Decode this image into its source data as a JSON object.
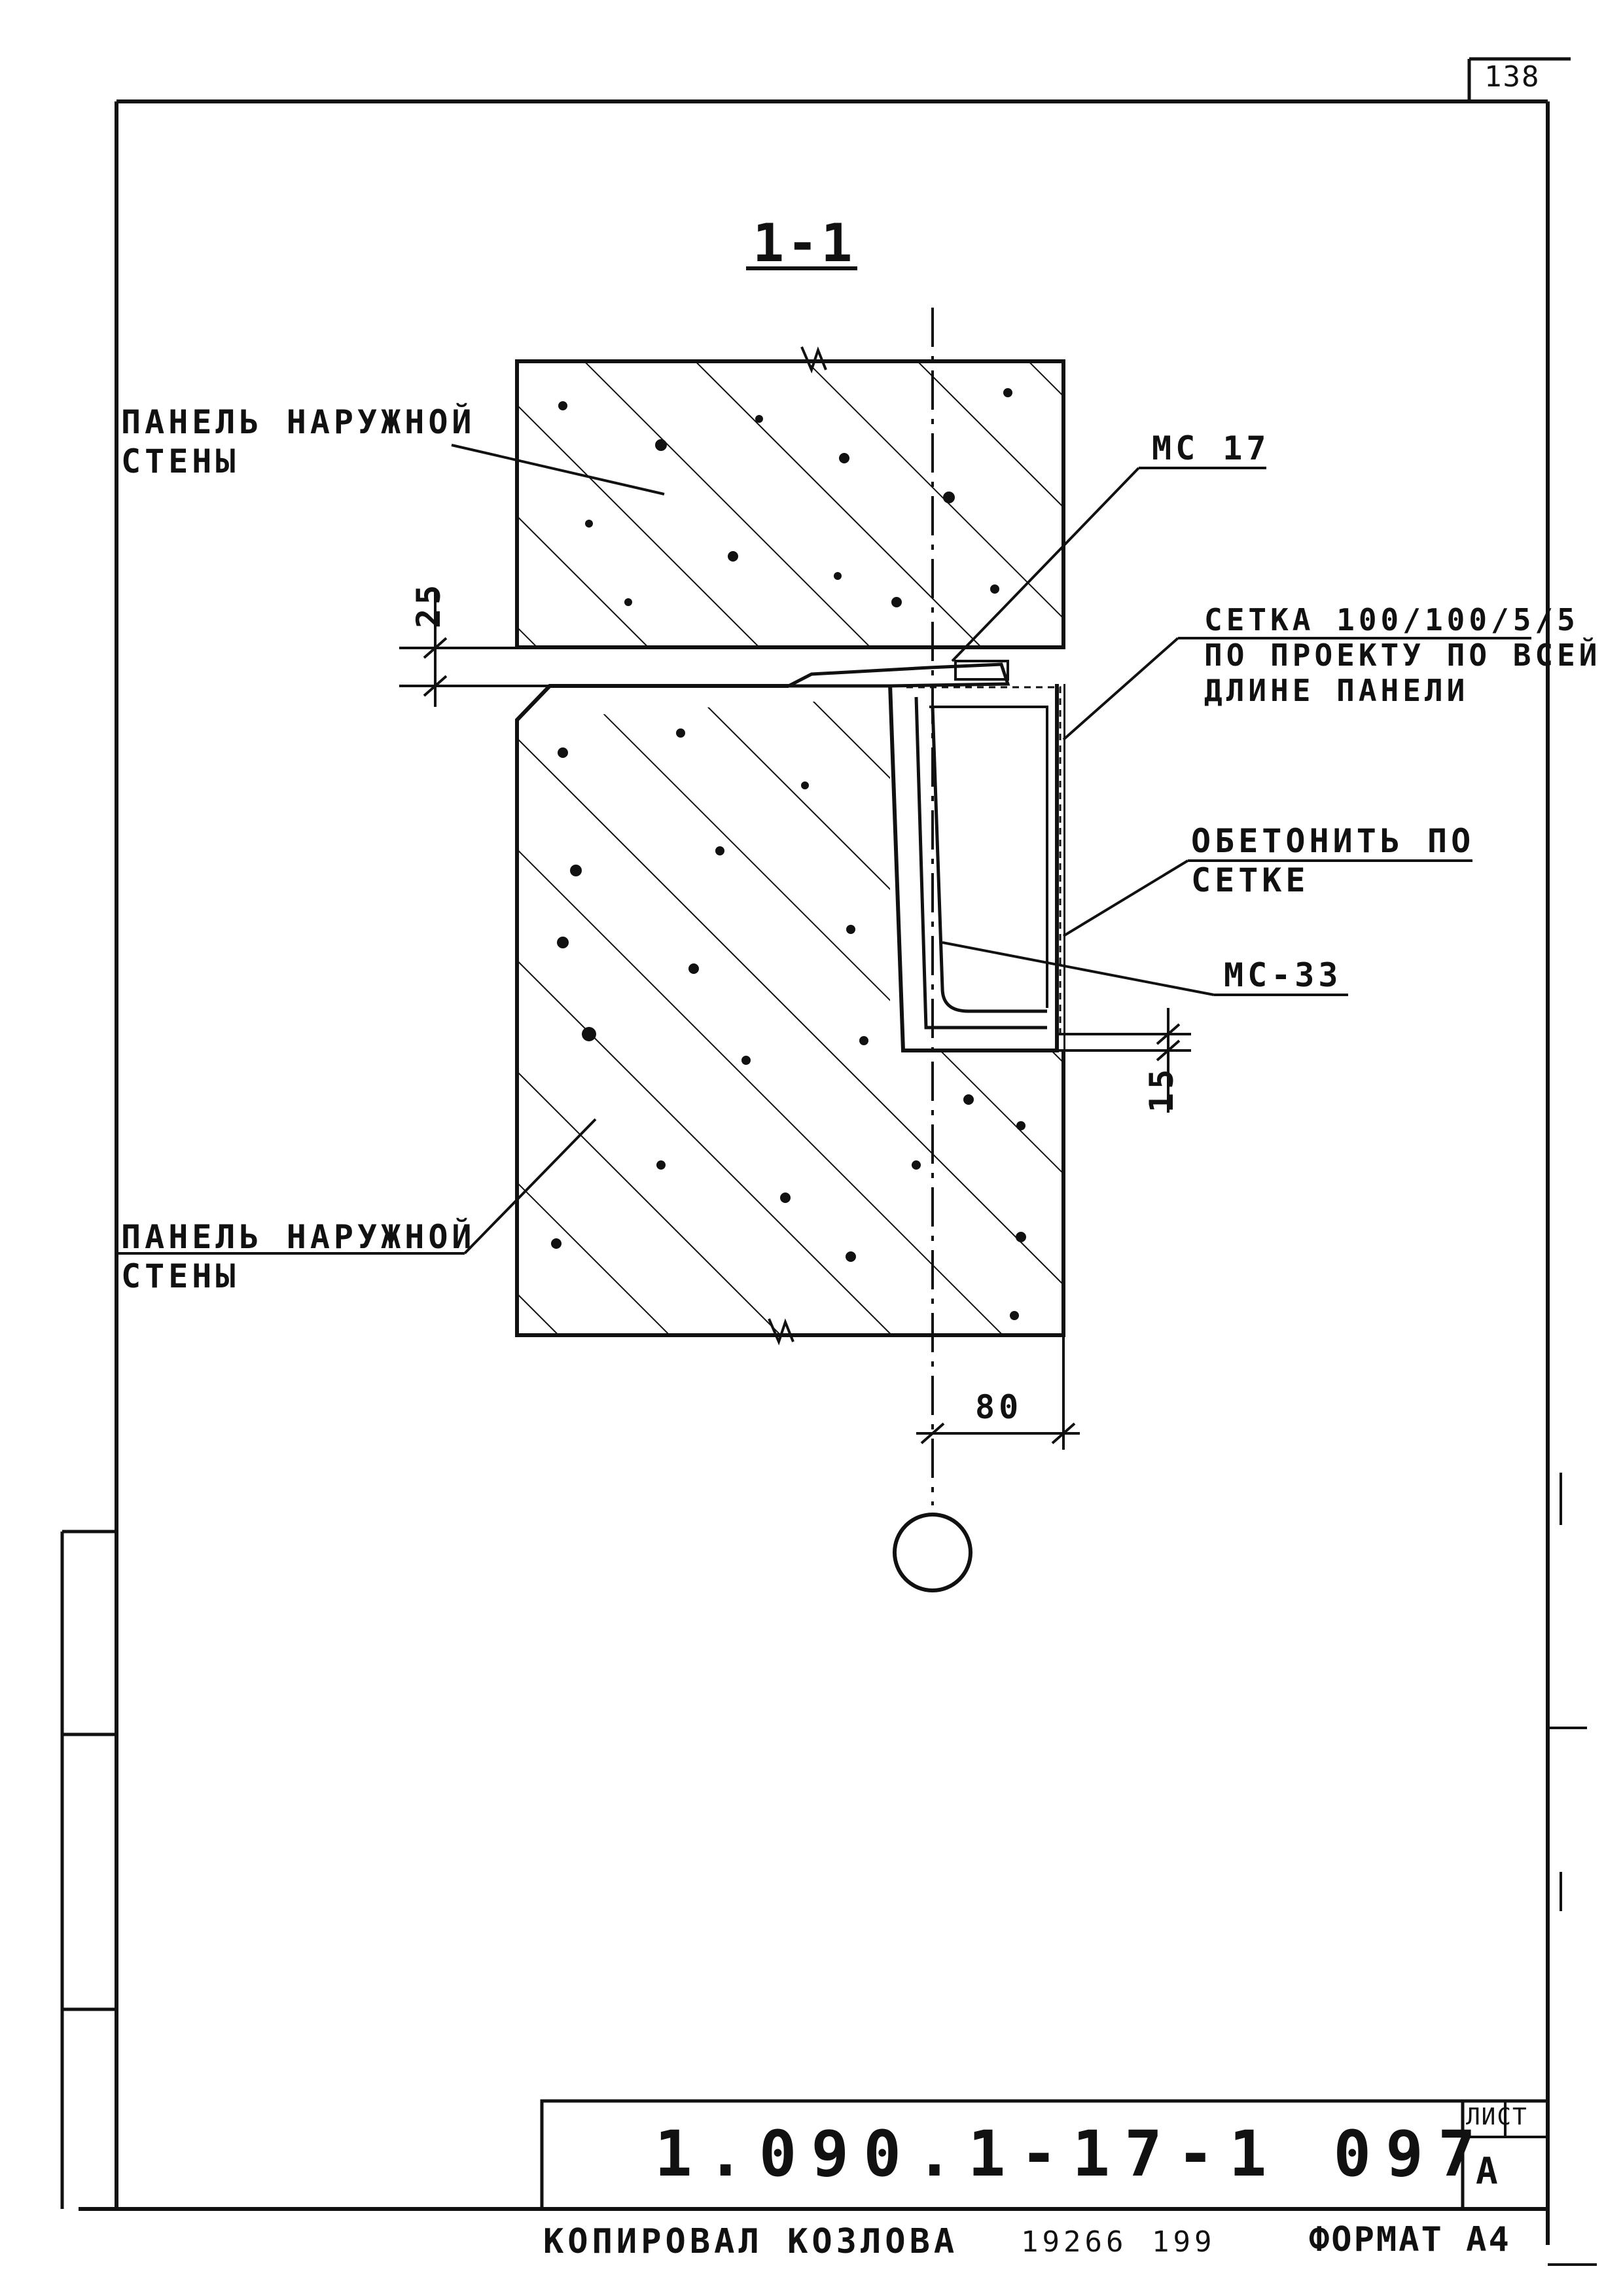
{
  "sheet": {
    "sheet_number": "138",
    "section_title": "1-1",
    "document_code": "1.090.1-17-1 097",
    "stamp_label": "ЛИСТ",
    "stamp_value": "А",
    "footer": {
      "copied_by": "КОПИРОВАЛ КОЗЛОВА",
      "order_number": "19266",
      "sheet_count": "199",
      "format": "ФОРМАТ А4"
    }
  },
  "labels": {
    "panel_top": [
      "ПАНЕЛЬ НАРУЖНОЙ",
      "СТЕНЫ"
    ],
    "panel_bottom": [
      "ПАНЕЛЬ НАРУЖНОЙ",
      "СТЕНЫ"
    ],
    "mark_ms17": "МС 17",
    "mark_ms33": "МС-33",
    "mesh_note": [
      "СЕТКА 100/100/5/5",
      "ПО ПРОЕКТУ ПО ВСЕЙ",
      "ДЛИНЕ ПАНЕЛИ"
    ],
    "concrete_note": [
      "ОБЕТОНИТЬ ПО",
      "СЕТКЕ"
    ]
  },
  "dimensions": {
    "gap": "25",
    "offset": "15",
    "width": "80"
  },
  "colors": {
    "ink": "#111111",
    "paper": "#ffffff"
  }
}
